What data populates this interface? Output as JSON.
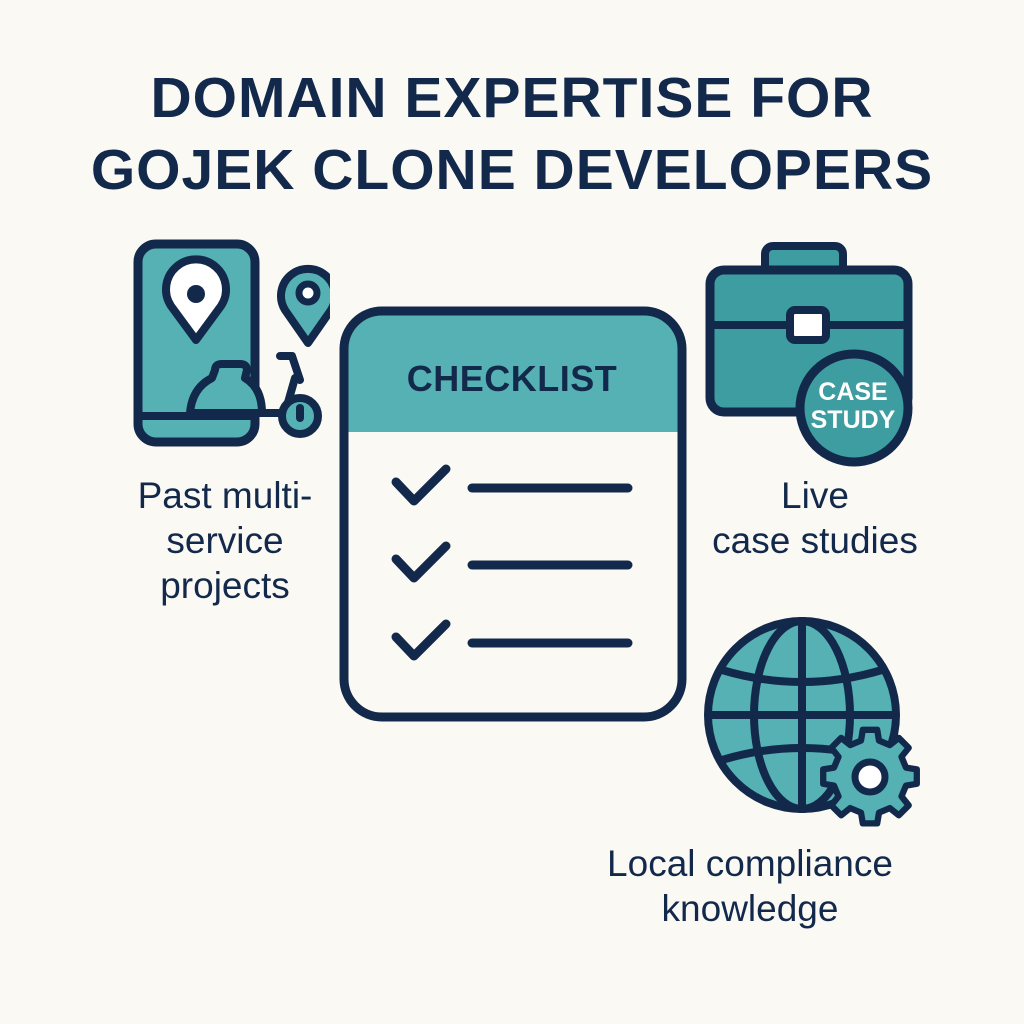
{
  "title": {
    "line1": "DOMAIN EXPERTISE FOR",
    "line2": "GOJEK CLONE DEVELOPERS"
  },
  "colors": {
    "background": "#fbf9f4",
    "navy": "#13294b",
    "teal": "#3d9da0",
    "teal_light": "#55b1b3"
  },
  "items": [
    {
      "icon": "phone-map-scooter-icon",
      "label_line1": "Past multi-",
      "label_line2": "service",
      "label_line3": "projects"
    },
    {
      "icon": "briefcase-case-study-icon",
      "badge_line1": "CASE",
      "badge_line2": "STUDY",
      "label_line1": "Live",
      "label_line2": "case studies"
    },
    {
      "icon": "globe-gear-icon",
      "label_line1": "Local compliance",
      "label_line2": "knowledge"
    }
  ],
  "checklist": {
    "heading": "CHECKLIST",
    "rows": 3
  }
}
